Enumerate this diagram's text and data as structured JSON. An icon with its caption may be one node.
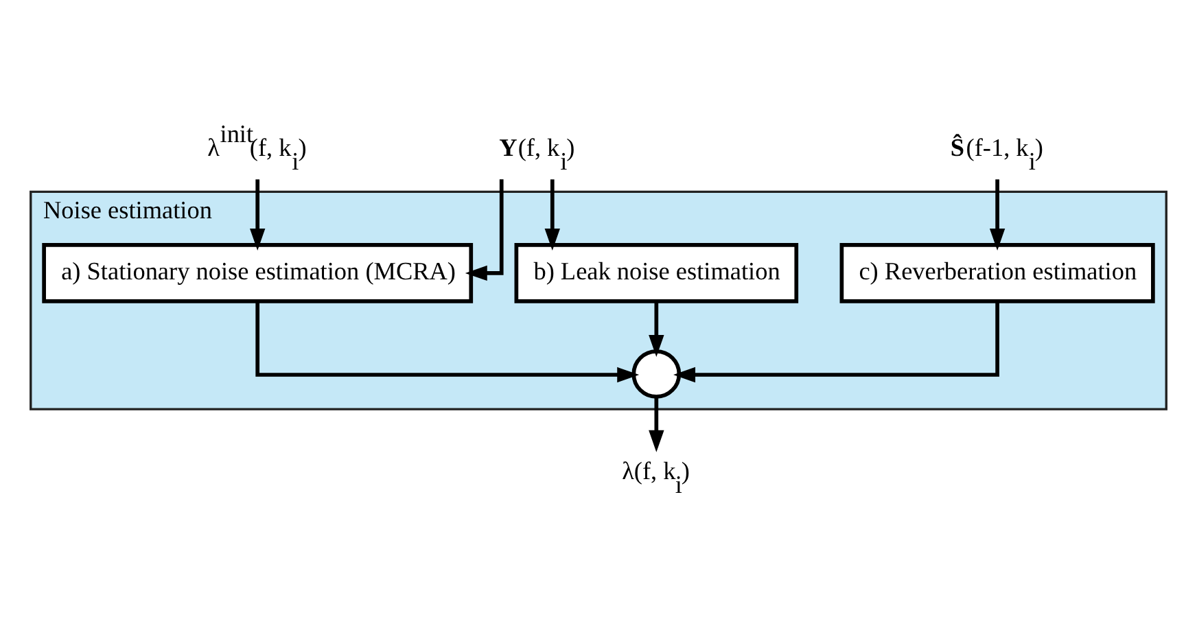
{
  "diagram": {
    "nodes": [
      {
        "text": [
          "Noise estimation"
        ]
      },
      {
        "text": [
          "λ$^{init}$(f, k$_{i}$)"
        ]
      },
      {
        "text": [
          "**Y**(f, k$_{i}$)"
        ]
      },
      {
        "text": [
          "**Ŝ**(f-1, k$_{i}$)"
        ]
      },
      {
        "text": [
          "a) Stationary noise estimation (MCRA)"
        ],
        "in": 0
      },
      {
        "text": [
          "b) Leak noise estimation"
        ],
        "in": 0
      },
      {
        "text": [
          "c) Reverberation estimation"
        ],
        "in": 0
      },
      {
        "text": [],
        "shape": "circle",
        "in": 0
      },
      {
        "text": [
          "λ(f, k$_{i}$)"
        ]
      }
    ],
    "edges": [
      {
        "from": 1,
        "to": 4,
        "arrow": "to"
      },
      {
        "from": 2,
        "to": 4,
        "arrow": "to"
      },
      {
        "from": 2,
        "to": 5,
        "arrow": "to"
      },
      {
        "from": 3,
        "to": 6,
        "arrow": "to"
      },
      {
        "from": 4,
        "to": 7,
        "arrow": "to"
      },
      {
        "from": 5,
        "to": 7,
        "arrow": "to"
      },
      {
        "from": 6,
        "to": 7,
        "arrow": "to"
      },
      {
        "from": 7,
        "to": 8,
        "arrow": "to"
      }
    ]
  }
}
